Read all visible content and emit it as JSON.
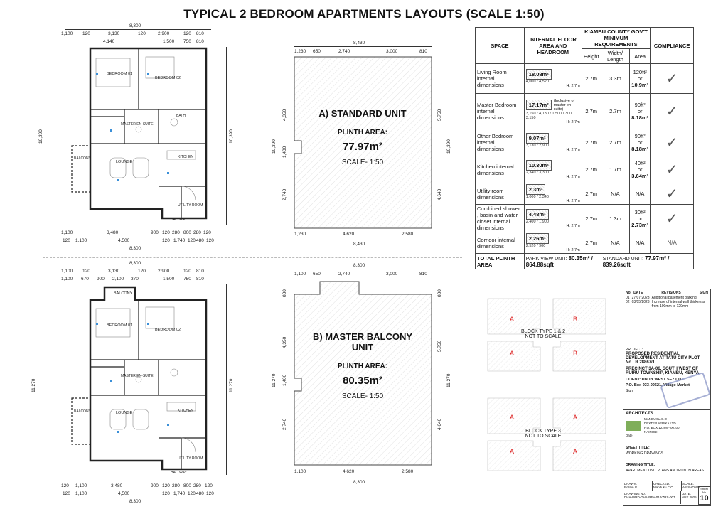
{
  "title": "TYPICAL 2 BEDROOM APARTMENTS LAYOUTS (SCALE 1:50)",
  "plan_a": {
    "top_total": "8,300",
    "top_row1": [
      "1,100",
      "120",
      "3,130",
      "120",
      "2,900",
      "120",
      "810"
    ],
    "top_row2": [
      "4,140",
      "1,500",
      "750",
      "810"
    ],
    "bottom_row1": [
      "1,100",
      "3,480",
      "900",
      "120",
      "280",
      "800",
      "280",
      "120"
    ],
    "bottom_row2": [
      "120",
      "1,100",
      "4,500",
      "120",
      "1,740",
      "120",
      "480",
      "120"
    ],
    "bottom_total": "8,300",
    "left_total": "10,390",
    "right_total": "10,390",
    "rooms": [
      "BEDROOM 01",
      "BEDROOM 02",
      "MASTER EN-SUITE",
      "BATH",
      "BALCONY",
      "LOUNGE",
      "KITCHEN",
      "UTILITY ROOM",
      "HALLWAY"
    ]
  },
  "plan_b": {
    "top_total": "8,300",
    "top_row1": [
      "1,100",
      "120",
      "3,130",
      "120",
      "2,900",
      "120",
      "810"
    ],
    "top_row2": [
      "1,100",
      "670",
      "900",
      "2,100",
      "370",
      "1,500",
      "750",
      "810"
    ],
    "bottom_row1": [
      "120",
      "1,100",
      "3,480",
      "900",
      "120",
      "280",
      "800",
      "280",
      "120"
    ],
    "bottom_row2": [
      "120",
      "1,100",
      "4,500",
      "120",
      "1,740",
      "120",
      "480",
      "120"
    ],
    "bottom_total": "8,300",
    "left_total": "11,270",
    "right_total": "11,270",
    "rooms": [
      "BALCONY",
      "BEDROOM 01",
      "BEDROOM 02",
      "MASTER EN-SUITE",
      "BALCONY",
      "LOUNGE",
      "KITCHEN",
      "UTILITY ROOM",
      "HALLWAY"
    ]
  },
  "outline_a": {
    "top_total": "8,430",
    "top_parts": [
      "1,230",
      "650",
      "2,740",
      "3,000",
      "810"
    ],
    "left_parts": [
      "4,350",
      "1,400",
      "2,740"
    ],
    "left_total": "10,390",
    "right_parts": [
      "5,750",
      "4,640"
    ],
    "right_total": "10,390",
    "bottom_parts": [
      "1,230",
      "4,620",
      "2,580"
    ],
    "bottom_total": "8,430",
    "name": "A) STANDARD UNIT",
    "plinth_label": "PLINTH AREA:",
    "plinth_value": "77.97m²",
    "scale": "SCALE- 1:50"
  },
  "outline_b": {
    "top_total": "8,300",
    "top_parts": [
      "1,100",
      "650",
      "2,740",
      "3,000",
      "810"
    ],
    "left_parts": [
      "880",
      "4,350",
      "1,400",
      "2,740"
    ],
    "left_total": "11,270",
    "right_parts": [
      "880",
      "5,750",
      "4,640"
    ],
    "right_total": "11,270",
    "bottom_parts": [
      "1,100",
      "4,620",
      "2,580"
    ],
    "bottom_total": "8,300",
    "name_line1": "B) MASTER BALCONY",
    "name_line2": "UNIT",
    "plinth_label": "PLINTH AREA:",
    "plinth_value": "80.35m²",
    "scale": "SCALE- 1:50"
  },
  "schedule": {
    "headers": {
      "space": "SPACE",
      "internal": "INTERNAL FLOOR AREA AND HEADROOM",
      "kiambu": "KIAMBU COUNTY GOV'T MINIMUM REQUIREMENTS",
      "compliance": "COMPLIANCE",
      "height": "Height",
      "width": "Width/ Length",
      "area": "Area"
    },
    "rows": [
      {
        "space": "Living Room internal dimensions",
        "area": "18.08m²",
        "dims": "4,000 / 4,520",
        "headroom": "H: 2.7m",
        "note": "",
        "height": "2.7m",
        "width": "3.3m",
        "min_area1": "120ft²",
        "min_area2": "or",
        "min_area3": "10.9m²",
        "compliance": "✓"
      },
      {
        "space": "Master Bedroom internal dimensions",
        "area": "17.17m²",
        "dims": "3,150 / 4,130 / 1,500 / 300 3,150",
        "headroom": "H: 2.7m",
        "note": "(Inclusive of master en-suite)",
        "height": "2.7m",
        "width": "2.7m",
        "min_area1": "90ft²",
        "min_area2": "or",
        "min_area3": "8.18m²",
        "compliance": "✓"
      },
      {
        "space": "Other Bedroom internal dimensions",
        "area": "9.07m²",
        "dims": "3,130 / 2,900",
        "headroom": "H: 2.7m",
        "note": "",
        "height": "2.7m",
        "width": "2.7m",
        "min_area1": "90ft²",
        "min_area2": "or",
        "min_area3": "8.18m²",
        "compliance": "✓"
      },
      {
        "space": "Kitchen internal dimensions",
        "area": "10.30m²",
        "dims": "2,340 / 3,300",
        "headroom": "H: 2.7m",
        "note": "",
        "height": "2.7m",
        "width": "1.7m",
        "min_area1": "40ft²",
        "min_area2": "or",
        "min_area3": "3.64m²",
        "compliance": "✓"
      },
      {
        "space": "Utility room dimensions",
        "area": "2.3m²",
        "dims": "1,000 / 2,340",
        "headroom": "H: 2.7m",
        "note": "",
        "height": "2.7m",
        "width": "N/A",
        "min_area1": "N/A",
        "min_area2": "",
        "min_area3": "",
        "compliance": "✓"
      },
      {
        "space": "Combined shower , basin and water closet internal dimensions",
        "area": "4.48m²",
        "dims": "2,400 / 1,900",
        "headroom": "H: 2.7m",
        "note": "",
        "height": "2.7m",
        "width": "1.3m",
        "min_area1": "30ft²",
        "min_area2": "or",
        "min_area3": "2.73m²",
        "compliance": "✓"
      },
      {
        "space": "Corridor internal dimensions",
        "area": "2.26m²",
        "dims": "2,520 / 900",
        "headroom": "H: 2.7m",
        "note": "",
        "height": "2.7m",
        "width": "N/A",
        "min_area1": "N/A",
        "min_area2": "",
        "min_area3": "",
        "compliance": "N/A"
      }
    ],
    "total_label": "TOTAL PLINTH AREA",
    "park_label": "PARK VIEW UNIT:",
    "park_value": "80.35m² / 864.88sqft",
    "std_label": "STANDARD UNIT:",
    "std_value": "77.97m² / 839.26sqft"
  },
  "blocks": {
    "type12_label": "BLOCK TYPE 1 & 2",
    "type12_sub": "NOT TO SCALE",
    "type3_label": "BLOCK TYPE 3",
    "type3_sub": "NOT TO SCALE",
    "letters12": [
      "A",
      "B",
      "A",
      "B"
    ],
    "letters3": [
      "A",
      "A",
      "A",
      "A"
    ]
  },
  "titleblock": {
    "revisions": {
      "no": "No.",
      "date": "DATE",
      "rev": "REVISIONS",
      "sign": "SIGN",
      "r1": "Additional basement parking",
      "r2": "Increase of internal wall thickness from 100mm to 120mm",
      "n1": "01",
      "n2": "02",
      "d1": "27/07/2023",
      "d2": "03/05/2023"
    },
    "project_label": "PROJECT:",
    "project": "PROPOSED RESIDENTIAL DEVELOPMENT AT TATU CITY PLOT No.LR 28867/1",
    "precinct": "PRECINCT 3A-06, SOUTH WEST OF RUIRU TOWNSHIP, KIAMBU, KENYA",
    "client": "CLIENT: UNITY WEST SEZ LTD",
    "client_addr": "P.O. Box 933-00621, Village Market",
    "sign": "Sign:",
    "architects": "ARCHITECTS",
    "arch_name": "MANDUKU.C.O",
    "arch_firm": "DEXTER AFRIKA LTD",
    "arch_box": "P.O. BOX 12298 - 00100",
    "arch_city": "NAIROBI",
    "date_label": "Date",
    "sheet_label": "SHEET TITLE:",
    "sheet": "WORKING DRAWINGS",
    "drawing_label": "DRAWING TITLE:",
    "drawing": "APARTMENT UNIT PLANS AND PLINTH AREAS",
    "drawn_label": "DRAWN:",
    "drawn": "Bollain G.",
    "checked_label": "CHECKED:",
    "checked": "Manduku C.O.",
    "scale_label": "SCALE:",
    "scale": "AS SHOWN",
    "drawing_no_label": "DRAWING No:",
    "drawing_no": "DHA-WRD-DHA-REV-010/ZRS-007",
    "date2_label": "DATE:",
    "date2": "MAY 2025",
    "sheet_no_label": "Sheet No",
    "sheet_no": "10"
  }
}
